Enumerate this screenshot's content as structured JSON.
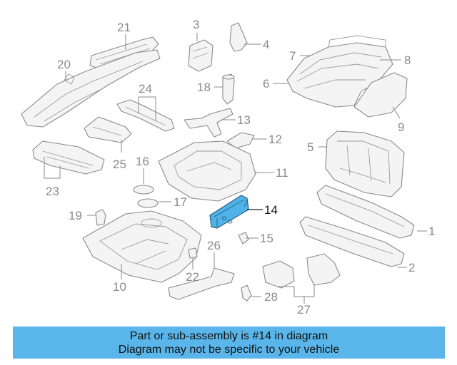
{
  "callouts": {
    "c1": "1",
    "c2": "2",
    "c3": "3",
    "c4": "4",
    "c5": "5",
    "c6": "6",
    "c7": "7",
    "c8": "8",
    "c9": "9",
    "c10": "10",
    "c11": "11",
    "c12": "12",
    "c13": "13",
    "c14": "14",
    "c15": "15",
    "c16": "16",
    "c17": "17",
    "c18": "18",
    "c19": "19",
    "c20": "20",
    "c21": "21",
    "c22": "22",
    "c23": "23",
    "c24": "24",
    "c25": "25",
    "c26": "26",
    "c27": "27",
    "c28": "28"
  },
  "highlighted_part": "14",
  "colors": {
    "highlight": "#4fb3ea",
    "banner": "#5ab6ea",
    "line": "#8a8a8a"
  },
  "banner": {
    "line1": "Part or sub-assembly is #14 in diagram",
    "line2": "Diagram may not be specific to your vehicle"
  }
}
